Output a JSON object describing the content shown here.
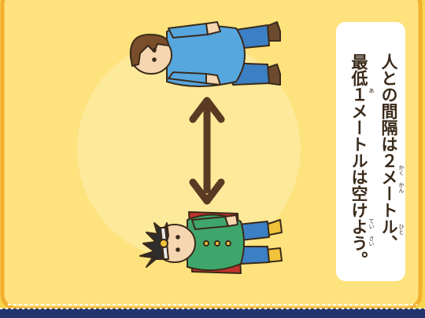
{
  "card": {
    "line1": "人との間隔は２メートル、",
    "line2": "最低１メートルは空けよう。",
    "ruby": {
      "hito": "ひと",
      "kan": "かん",
      "kaku": "かく",
      "sai": "さい",
      "tei": "てい",
      "a": "あ"
    }
  },
  "colors": {
    "background": "#f7d44c",
    "panel": "#fde27d",
    "border": "#f2b02f",
    "circle": "#fde99a",
    "arrow": "#5a3a22",
    "footer": "#22356e"
  },
  "icons": {
    "arrow": "double-arrow-icon",
    "person_top": "person-blue-shirt",
    "person_bottom": "person-green-jacket"
  }
}
